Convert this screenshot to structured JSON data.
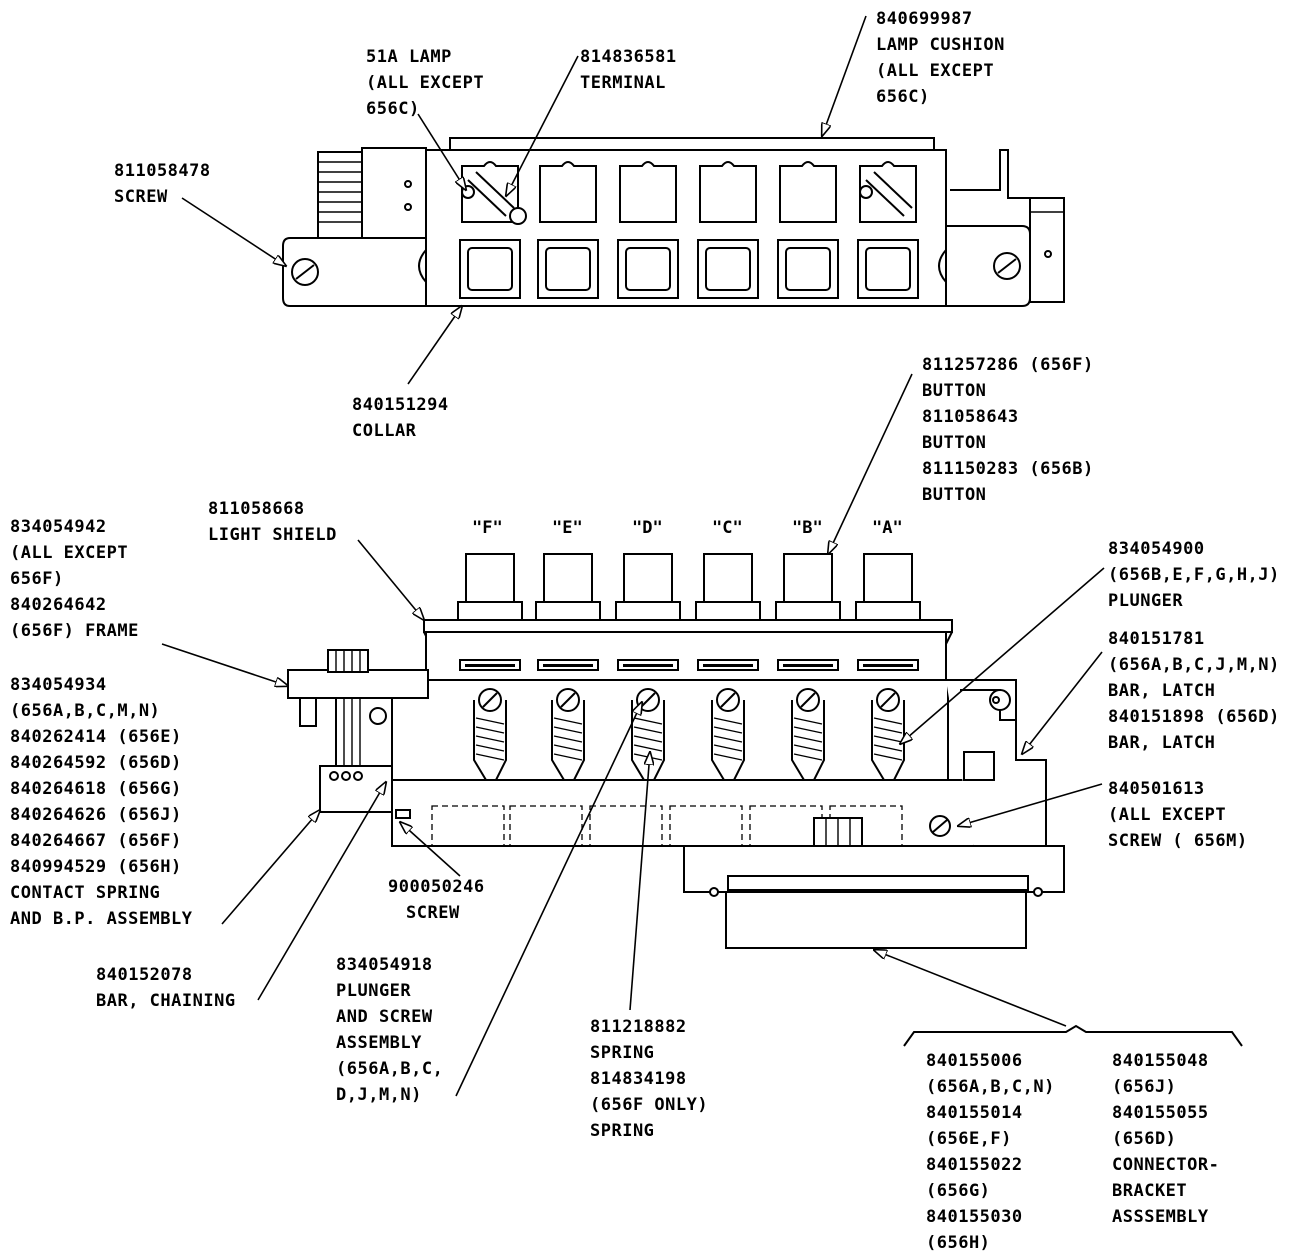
{
  "top_view": {
    "lamp": [
      "51A LAMP",
      "(ALL EXCEPT",
      "656C)"
    ],
    "terminal": [
      "814836581",
      "TERMINAL"
    ],
    "lamp_cushion": [
      "840699987",
      "LAMP CUSHION",
      "(ALL EXCEPT",
      "656C)"
    ],
    "screw": [
      "811058478",
      "SCREW"
    ],
    "collar": [
      "840151294",
      "COLLAR"
    ]
  },
  "side_view": {
    "button_letters": [
      "\"F\"",
      "\"E\"",
      "\"D\"",
      "\"C\"",
      "\"B\"",
      "\"A\""
    ],
    "buttons": [
      "811257286 (656F)",
      "BUTTON",
      "811058643",
      "BUTTON",
      "811150283 (656B)",
      "BUTTON"
    ],
    "light_shield": [
      "811058668",
      "LIGHT SHIELD"
    ],
    "frame": [
      "834054942",
      "(ALL EXCEPT",
      "656F)",
      "840264642",
      "(656F) FRAME"
    ],
    "contact_spring": [
      "834054934",
      "(656A,B,C,M,N)",
      "840262414 (656E)",
      "840264592 (656D)",
      "840264618 (656G)",
      "840264626 (656J)",
      "840264667 (656F)",
      "840994529 (656H)",
      "CONTACT SPRING",
      "AND B.P. ASSEMBLY"
    ],
    "plunger": [
      "834054900",
      "(656B,E,F,G,H,J)",
      "PLUNGER"
    ],
    "latch_bar": [
      "840151781",
      "(656A,B,C,J,M,N)",
      "BAR, LATCH",
      "840151898 (656D)",
      "BAR, LATCH"
    ],
    "side_screw": [
      "840501613",
      "(ALL EXCEPT",
      "SCREW (    656M)"
    ],
    "screw_bottom": [
      "900050246",
      "SCREW"
    ],
    "chaining_bar": [
      "840152078",
      "BAR, CHAINING"
    ],
    "plunger_screw_assembly": [
      "834054918",
      "PLUNGER",
      "AND SCREW",
      "ASSEMBLY",
      "(656A,B,C,",
      "D,J,M,N)"
    ],
    "spring": [
      "811218882",
      "SPRING",
      "814834198",
      "(656F ONLY)",
      "SPRING"
    ],
    "connector_left": [
      "840155006",
      "(656A,B,C,N)",
      "840155014",
      "(656E,F)",
      "840155022",
      "(656G)",
      "840155030",
      "(656H)"
    ],
    "connector_right": [
      "840155048",
      "(656J)",
      "840155055",
      "(656D)",
      "CONNECTOR-",
      "BRACKET",
      "ASSSEMBLY"
    ]
  }
}
